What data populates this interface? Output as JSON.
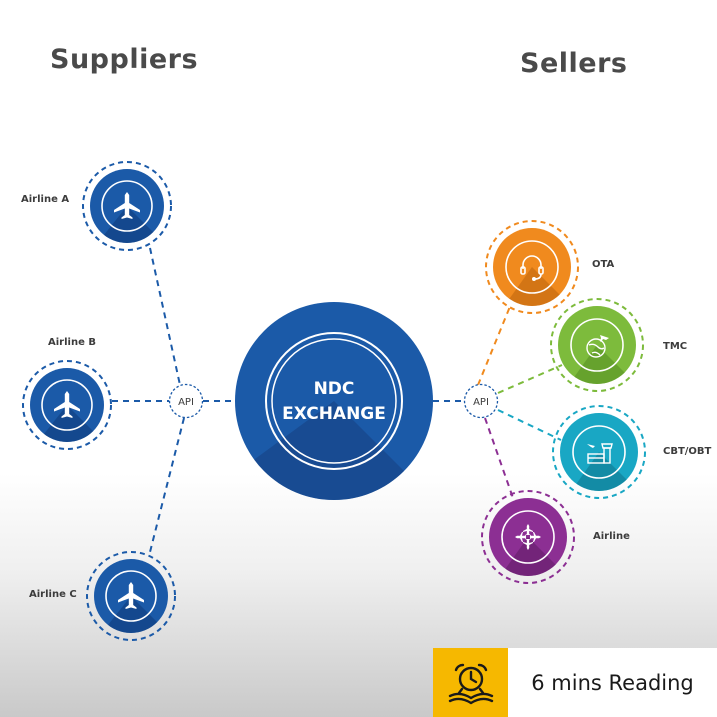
{
  "headings": {
    "suppliers": "Suppliers",
    "sellers": "Sellers"
  },
  "suppliers": [
    {
      "label": "Airline A",
      "icon": "airplane-icon",
      "color": "#1b5aa8"
    },
    {
      "label": "Airline B",
      "icon": "airplane-icon",
      "color": "#1b5aa8"
    },
    {
      "label": "Airline C",
      "icon": "airplane-icon",
      "color": "#1b5aa8"
    }
  ],
  "sellers": [
    {
      "label": "OTA",
      "icon": "headset-icon",
      "color": "#f08a1e"
    },
    {
      "label": "TMC",
      "icon": "globe-plane-icon",
      "color": "#7dbb3c"
    },
    {
      "label": "CBT/OBT",
      "icon": "airport-tower-icon",
      "color": "#19a7c4"
    },
    {
      "label": "Airline",
      "icon": "multi-plane-icon",
      "color": "#8c2f93"
    }
  ],
  "api": {
    "left": "API",
    "right": "API"
  },
  "hub": {
    "line1": "NDC",
    "line2": "EXCHANGE",
    "color": "#1b5aa8"
  },
  "badge": {
    "number": "6",
    "text": " mins Reading",
    "icon": "alarm-clock-book-icon",
    "color": "#f6b800"
  }
}
